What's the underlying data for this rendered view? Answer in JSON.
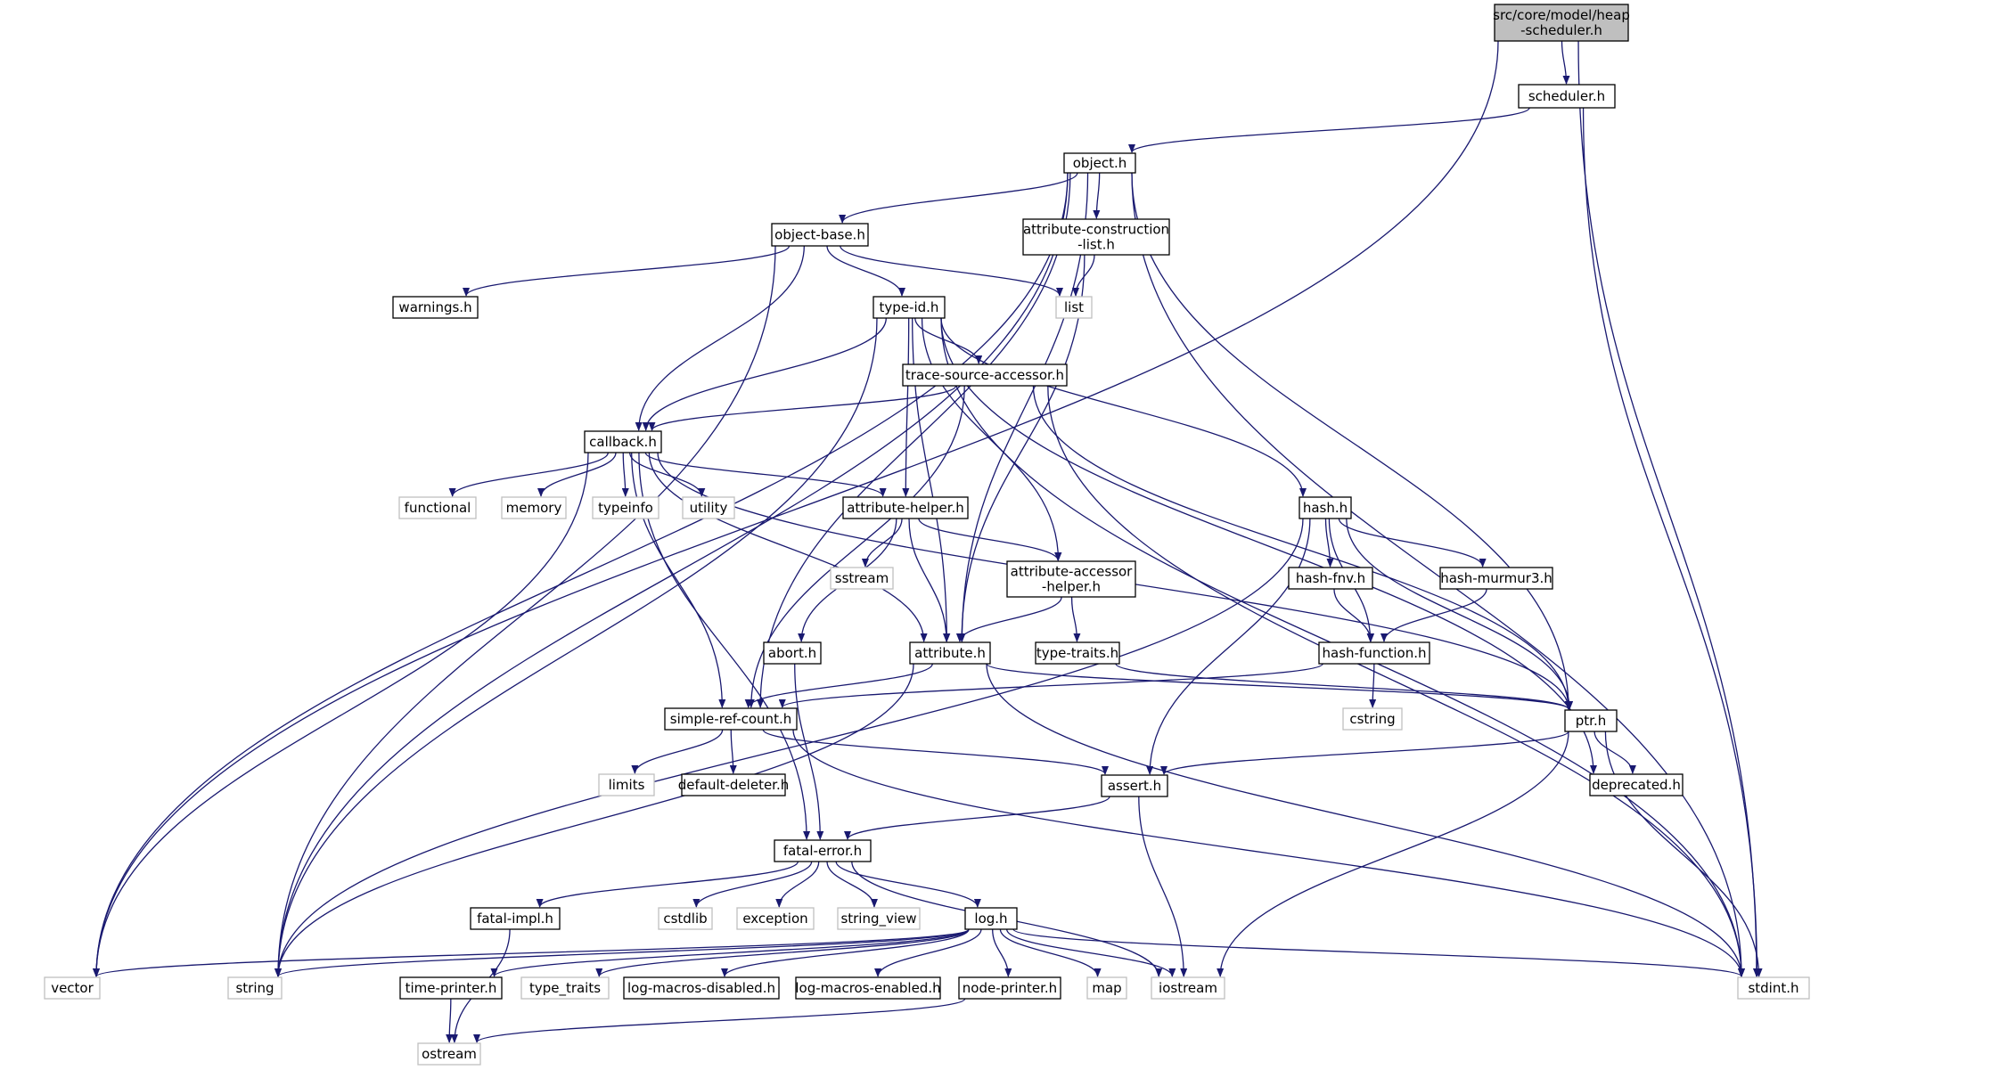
{
  "graph": {
    "colors": {
      "edge": "#191970",
      "root_fill": "#bfbfbf",
      "local_border": "#000000",
      "external_border": "#bfbfbf"
    },
    "nodes": [
      {
        "id": "root",
        "label": [
          "src/core/model/heap",
          "-scheduler.h"
        ],
        "kind": "root"
      },
      {
        "id": "scheduler",
        "label": [
          "scheduler.h"
        ],
        "kind": "local"
      },
      {
        "id": "object",
        "label": [
          "object.h"
        ],
        "kind": "local"
      },
      {
        "id": "objbase",
        "label": [
          "object-base.h"
        ],
        "kind": "local"
      },
      {
        "id": "acl",
        "label": [
          "attribute-construction",
          "-list.h"
        ],
        "kind": "local"
      },
      {
        "id": "warnings",
        "label": [
          "warnings.h"
        ],
        "kind": "local"
      },
      {
        "id": "list",
        "label": [
          "list"
        ],
        "kind": "external"
      },
      {
        "id": "typeid",
        "label": [
          "type-id.h"
        ],
        "kind": "local"
      },
      {
        "id": "tsa",
        "label": [
          "trace-source-accessor.h"
        ],
        "kind": "local"
      },
      {
        "id": "callback",
        "label": [
          "callback.h"
        ],
        "kind": "local"
      },
      {
        "id": "functional",
        "label": [
          "functional"
        ],
        "kind": "external"
      },
      {
        "id": "memory",
        "label": [
          "memory"
        ],
        "kind": "external"
      },
      {
        "id": "typeinfo",
        "label": [
          "typeinfo"
        ],
        "kind": "external"
      },
      {
        "id": "utility",
        "label": [
          "utility"
        ],
        "kind": "external"
      },
      {
        "id": "attrhelper",
        "label": [
          "attribute-helper.h"
        ],
        "kind": "local"
      },
      {
        "id": "hash",
        "label": [
          "hash.h"
        ],
        "kind": "local"
      },
      {
        "id": "sstream",
        "label": [
          "sstream"
        ],
        "kind": "external"
      },
      {
        "id": "aah",
        "label": [
          "attribute-accessor",
          "-helper.h"
        ],
        "kind": "local"
      },
      {
        "id": "hashfnv",
        "label": [
          "hash-fnv.h"
        ],
        "kind": "local"
      },
      {
        "id": "hashmm",
        "label": [
          "hash-murmur3.h"
        ],
        "kind": "local"
      },
      {
        "id": "abort",
        "label": [
          "abort.h"
        ],
        "kind": "local"
      },
      {
        "id": "attribute",
        "label": [
          "attribute.h"
        ],
        "kind": "local"
      },
      {
        "id": "typetraits",
        "label": [
          "type-traits.h"
        ],
        "kind": "local"
      },
      {
        "id": "hashfunc",
        "label": [
          "hash-function.h"
        ],
        "kind": "local"
      },
      {
        "id": "src",
        "label": [
          "simple-ref-count.h"
        ],
        "kind": "local"
      },
      {
        "id": "cstring",
        "label": [
          "cstring"
        ],
        "kind": "external"
      },
      {
        "id": "ptr",
        "label": [
          "ptr.h"
        ],
        "kind": "local"
      },
      {
        "id": "limits",
        "label": [
          "limits"
        ],
        "kind": "external"
      },
      {
        "id": "defdel",
        "label": [
          "default-deleter.h"
        ],
        "kind": "local"
      },
      {
        "id": "assert",
        "label": [
          "assert.h"
        ],
        "kind": "local"
      },
      {
        "id": "deprecated",
        "label": [
          "deprecated.h"
        ],
        "kind": "local"
      },
      {
        "id": "fatalerr",
        "label": [
          "fatal-error.h"
        ],
        "kind": "local"
      },
      {
        "id": "fatalimpl",
        "label": [
          "fatal-impl.h"
        ],
        "kind": "local"
      },
      {
        "id": "cstdlib",
        "label": [
          "cstdlib"
        ],
        "kind": "external"
      },
      {
        "id": "exception",
        "label": [
          "exception"
        ],
        "kind": "external"
      },
      {
        "id": "string_view",
        "label": [
          "string_view"
        ],
        "kind": "external"
      },
      {
        "id": "log",
        "label": [
          "log.h"
        ],
        "kind": "local"
      },
      {
        "id": "vector",
        "label": [
          "vector"
        ],
        "kind": "external"
      },
      {
        "id": "string",
        "label": [
          "string"
        ],
        "kind": "external"
      },
      {
        "id": "timeprinter",
        "label": [
          "time-printer.h"
        ],
        "kind": "local"
      },
      {
        "id": "type_traits",
        "label": [
          "type_traits"
        ],
        "kind": "external"
      },
      {
        "id": "lmd",
        "label": [
          "log-macros-disabled.h"
        ],
        "kind": "local"
      },
      {
        "id": "lme",
        "label": [
          "log-macros-enabled.h"
        ],
        "kind": "local"
      },
      {
        "id": "nodeprinter",
        "label": [
          "node-printer.h"
        ],
        "kind": "local"
      },
      {
        "id": "map",
        "label": [
          "map"
        ],
        "kind": "external"
      },
      {
        "id": "iostream",
        "label": [
          "iostream"
        ],
        "kind": "external"
      },
      {
        "id": "stdint",
        "label": [
          "stdint.h"
        ],
        "kind": "external"
      },
      {
        "id": "ostream",
        "label": [
          "ostream"
        ],
        "kind": "external"
      }
    ]
  }
}
